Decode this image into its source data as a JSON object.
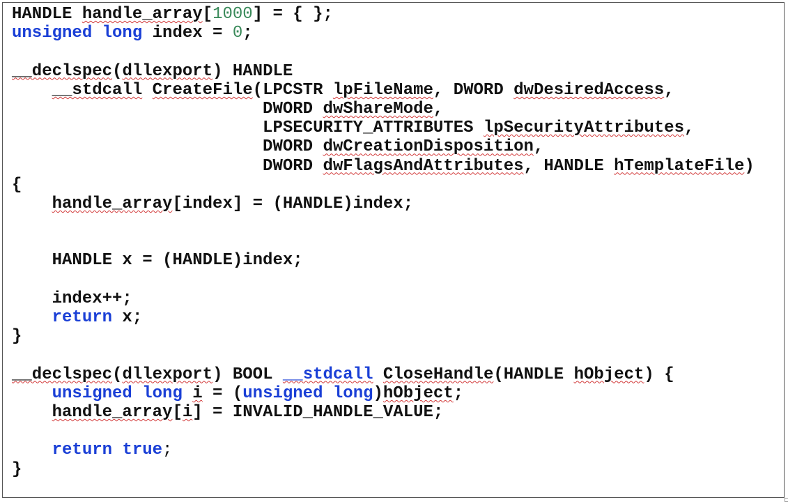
{
  "document": {
    "type": "code-snippet",
    "language": "C",
    "colors": {
      "text": "#111111",
      "keyword": "#1a3fd6",
      "number": "#3a8a5a",
      "spellcheck_underline": "#d23a3a",
      "frame_border": "#555555"
    },
    "lines": [
      [
        {
          "t": "HANDLE "
        },
        {
          "t": "handle_array",
          "s": 1
        },
        {
          "t": "["
        },
        {
          "t": "1000",
          "c": "num"
        },
        {
          "t": "] = { };"
        }
      ],
      [
        {
          "t": "unsigned",
          "c": "kw"
        },
        {
          "t": " "
        },
        {
          "t": "long",
          "c": "kw"
        },
        {
          "t": " index = "
        },
        {
          "t": "0",
          "c": "num"
        },
        {
          "t": ";"
        }
      ],
      [],
      [
        {
          "t": "__declspec",
          "s": 1
        },
        {
          "t": "("
        },
        {
          "t": "dllexport",
          "s": 1
        },
        {
          "t": ") HANDLE"
        }
      ],
      [
        {
          "t": "    "
        },
        {
          "t": "__stdcall",
          "s": 1
        },
        {
          "t": " "
        },
        {
          "t": "CreateFile",
          "s": 1
        },
        {
          "t": "(LPCSTR "
        },
        {
          "t": "lpFileName",
          "s": 1
        },
        {
          "t": ", DWORD "
        },
        {
          "t": "dwDesiredAccess",
          "s": 1
        },
        {
          "t": ","
        }
      ],
      [
        {
          "t": "                         DWORD "
        },
        {
          "t": "dwShareMode",
          "s": 1
        },
        {
          "t": ","
        }
      ],
      [
        {
          "t": "                         LPSECURITY_ATTRIBUTES "
        },
        {
          "t": "lpSecurityAttributes",
          "s": 1
        },
        {
          "t": ","
        }
      ],
      [
        {
          "t": "                         DWORD "
        },
        {
          "t": "dwCreationDisposition",
          "s": 1
        },
        {
          "t": ","
        }
      ],
      [
        {
          "t": "                         DWORD "
        },
        {
          "t": "dwFlagsAndAttributes",
          "s": 1
        },
        {
          "t": ", HANDLE "
        },
        {
          "t": "hTemplateFile",
          "s": 1
        },
        {
          "t": ")"
        }
      ],
      [
        {
          "t": "{"
        }
      ],
      [
        {
          "t": "    "
        },
        {
          "t": "handle_array",
          "s": 1
        },
        {
          "t": "[index] = (HANDLE)index;"
        }
      ],
      [],
      [],
      [
        {
          "t": "    HANDLE x = (HANDLE)index;"
        }
      ],
      [],
      [
        {
          "t": "    index++;"
        }
      ],
      [
        {
          "t": "    "
        },
        {
          "t": "return",
          "c": "kw"
        },
        {
          "t": " x;"
        }
      ],
      [
        {
          "t": "}"
        }
      ],
      [],
      [
        {
          "t": "__declspec",
          "s": 1
        },
        {
          "t": "("
        },
        {
          "t": "dllexport",
          "s": 1
        },
        {
          "t": ") BOOL "
        },
        {
          "t": "__stdcall",
          "c": "kw",
          "s": 1
        },
        {
          "t": " "
        },
        {
          "t": "CloseHandle",
          "s": 1
        },
        {
          "t": "(HANDLE "
        },
        {
          "t": "hObject",
          "s": 1
        },
        {
          "t": ") {"
        }
      ],
      [
        {
          "t": "    "
        },
        {
          "t": "unsigned",
          "c": "kw"
        },
        {
          "t": " "
        },
        {
          "t": "long",
          "c": "kw"
        },
        {
          "t": " "
        },
        {
          "t": "i",
          "s": 1
        },
        {
          "t": " = ("
        },
        {
          "t": "unsigned",
          "c": "kw"
        },
        {
          "t": " "
        },
        {
          "t": "long",
          "c": "kw"
        },
        {
          "t": ")"
        },
        {
          "t": "hObject",
          "s": 1
        },
        {
          "t": ";"
        }
      ],
      [
        {
          "t": "    "
        },
        {
          "t": "handle_array",
          "s": 1
        },
        {
          "t": "["
        },
        {
          "t": "i",
          "s": 1
        },
        {
          "t": "] = INVALID_HANDLE_VALUE;"
        }
      ],
      [],
      [
        {
          "t": "    "
        },
        {
          "t": "return",
          "c": "kw"
        },
        {
          "t": " "
        },
        {
          "t": "true",
          "c": "kw"
        },
        {
          "t": ";",
          "c": "plain"
        }
      ],
      [
        {
          "t": "}"
        }
      ]
    ]
  }
}
